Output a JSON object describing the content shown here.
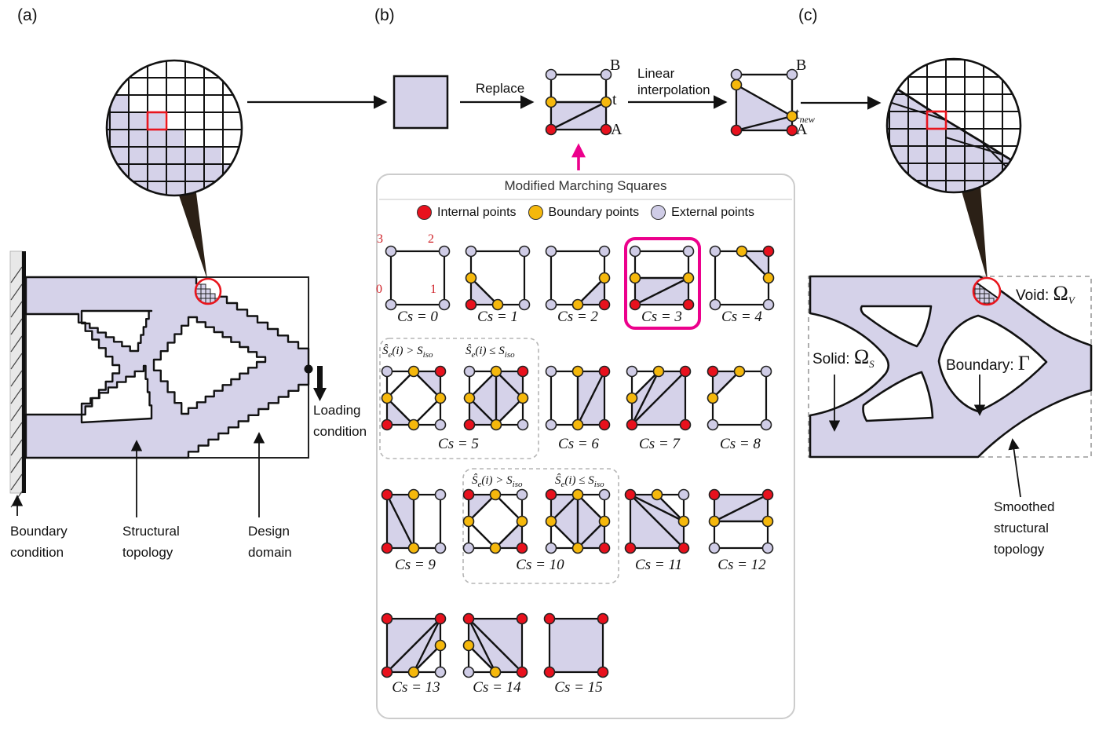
{
  "panel_labels": {
    "a": "(a)",
    "b": "(b)",
    "c": "(c)"
  },
  "panel_a": {
    "boundary_condition": "Boundary condition",
    "structural_topology": "Structural topology",
    "design_domain": "Design domain",
    "loading_condition": "Loading condition"
  },
  "panel_b": {
    "replace": "Replace",
    "linear_interpolation": "Linear interpolation",
    "square1": {
      "b": "B",
      "t": "t",
      "a": "A"
    },
    "square2": {
      "b": "B",
      "t_base": "t",
      "t_sub": "new",
      "a": "A"
    },
    "box_title": "Modified Marching Squares",
    "legend": [
      {
        "name": "internal",
        "label": "Internal points",
        "color": "#e8111d"
      },
      {
        "name": "boundary",
        "label": "Boundary points",
        "color": "#f5b80c"
      },
      {
        "name": "external",
        "label": "External points",
        "color": "#cfcce6"
      }
    ],
    "corner_numbers": {
      "c3": "3",
      "c2": "2",
      "c0": "0",
      "c1": "1"
    },
    "cases": [
      {
        "label": "Cs = 0"
      },
      {
        "label": "Cs = 1"
      },
      {
        "label": "Cs = 2"
      },
      {
        "label": "Cs = 3"
      },
      {
        "label": "Cs = 4"
      },
      {
        "label": "Cs = 5"
      },
      {
        "label": "Cs = 6"
      },
      {
        "label": "Cs = 7"
      },
      {
        "label": "Cs = 8"
      },
      {
        "label": "Cs = 9"
      },
      {
        "label": "Cs = 10"
      },
      {
        "label": "Cs = 11"
      },
      {
        "label": "Cs = 12"
      },
      {
        "label": "Cs = 13"
      },
      {
        "label": "Cs = 14"
      },
      {
        "label": "Cs = 15"
      }
    ],
    "condition_gt": {
      "head": "Ŝ",
      "sub_e": "e",
      "mid": "(i) > S",
      "sub_iso": "iso"
    },
    "condition_le": {
      "head": "Ŝ",
      "sub_e": "e",
      "mid": "(i) ≤ S",
      "sub_iso": "iso"
    }
  },
  "panel_c": {
    "void_prefix": "Void: ",
    "void_symbol": "Ω",
    "void_sub": "V",
    "solid_prefix": "Solid: ",
    "solid_symbol": "Ω",
    "solid_sub": "S",
    "boundary_prefix": "Boundary: ",
    "boundary_symbol": "Γ",
    "smoothed": "Smoothed structural topology"
  },
  "colors": {
    "solid_fill": "#d5d2e9",
    "internal_point": "#e8111d",
    "boundary_point": "#f5b80c",
    "external_point": "#cfcce6",
    "highlight_magenta": "#ec008c",
    "outline": "#111111",
    "zoom_marker_red": "#e8151d"
  }
}
